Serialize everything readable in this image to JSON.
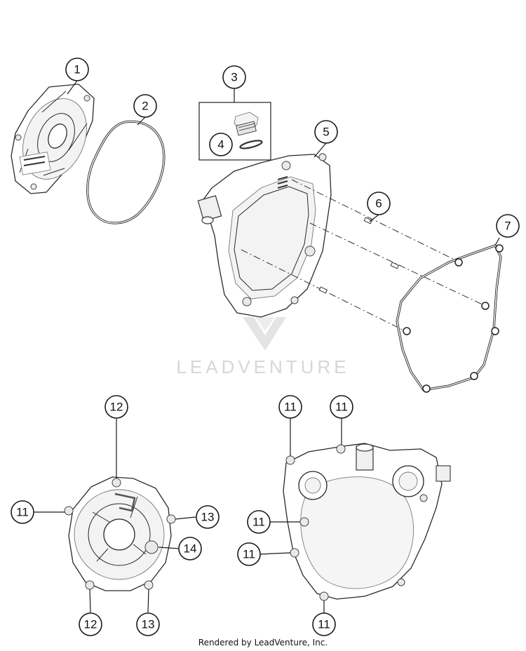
{
  "callouts": {
    "c1": "1",
    "c2": "2",
    "c3": "3",
    "c4": "4",
    "c5": "5",
    "c6": "6",
    "c7": "7",
    "c12a": "12",
    "c11a": "11",
    "c13a": "13",
    "c14": "14",
    "c12b": "12",
    "c13b": "13",
    "c11b": "11",
    "c11c": "11",
    "c11d": "11",
    "c11e": "11",
    "c11f": "11"
  },
  "watermark": "LEADVENTURE",
  "footer": "Rendered by LeadVenture, Inc."
}
